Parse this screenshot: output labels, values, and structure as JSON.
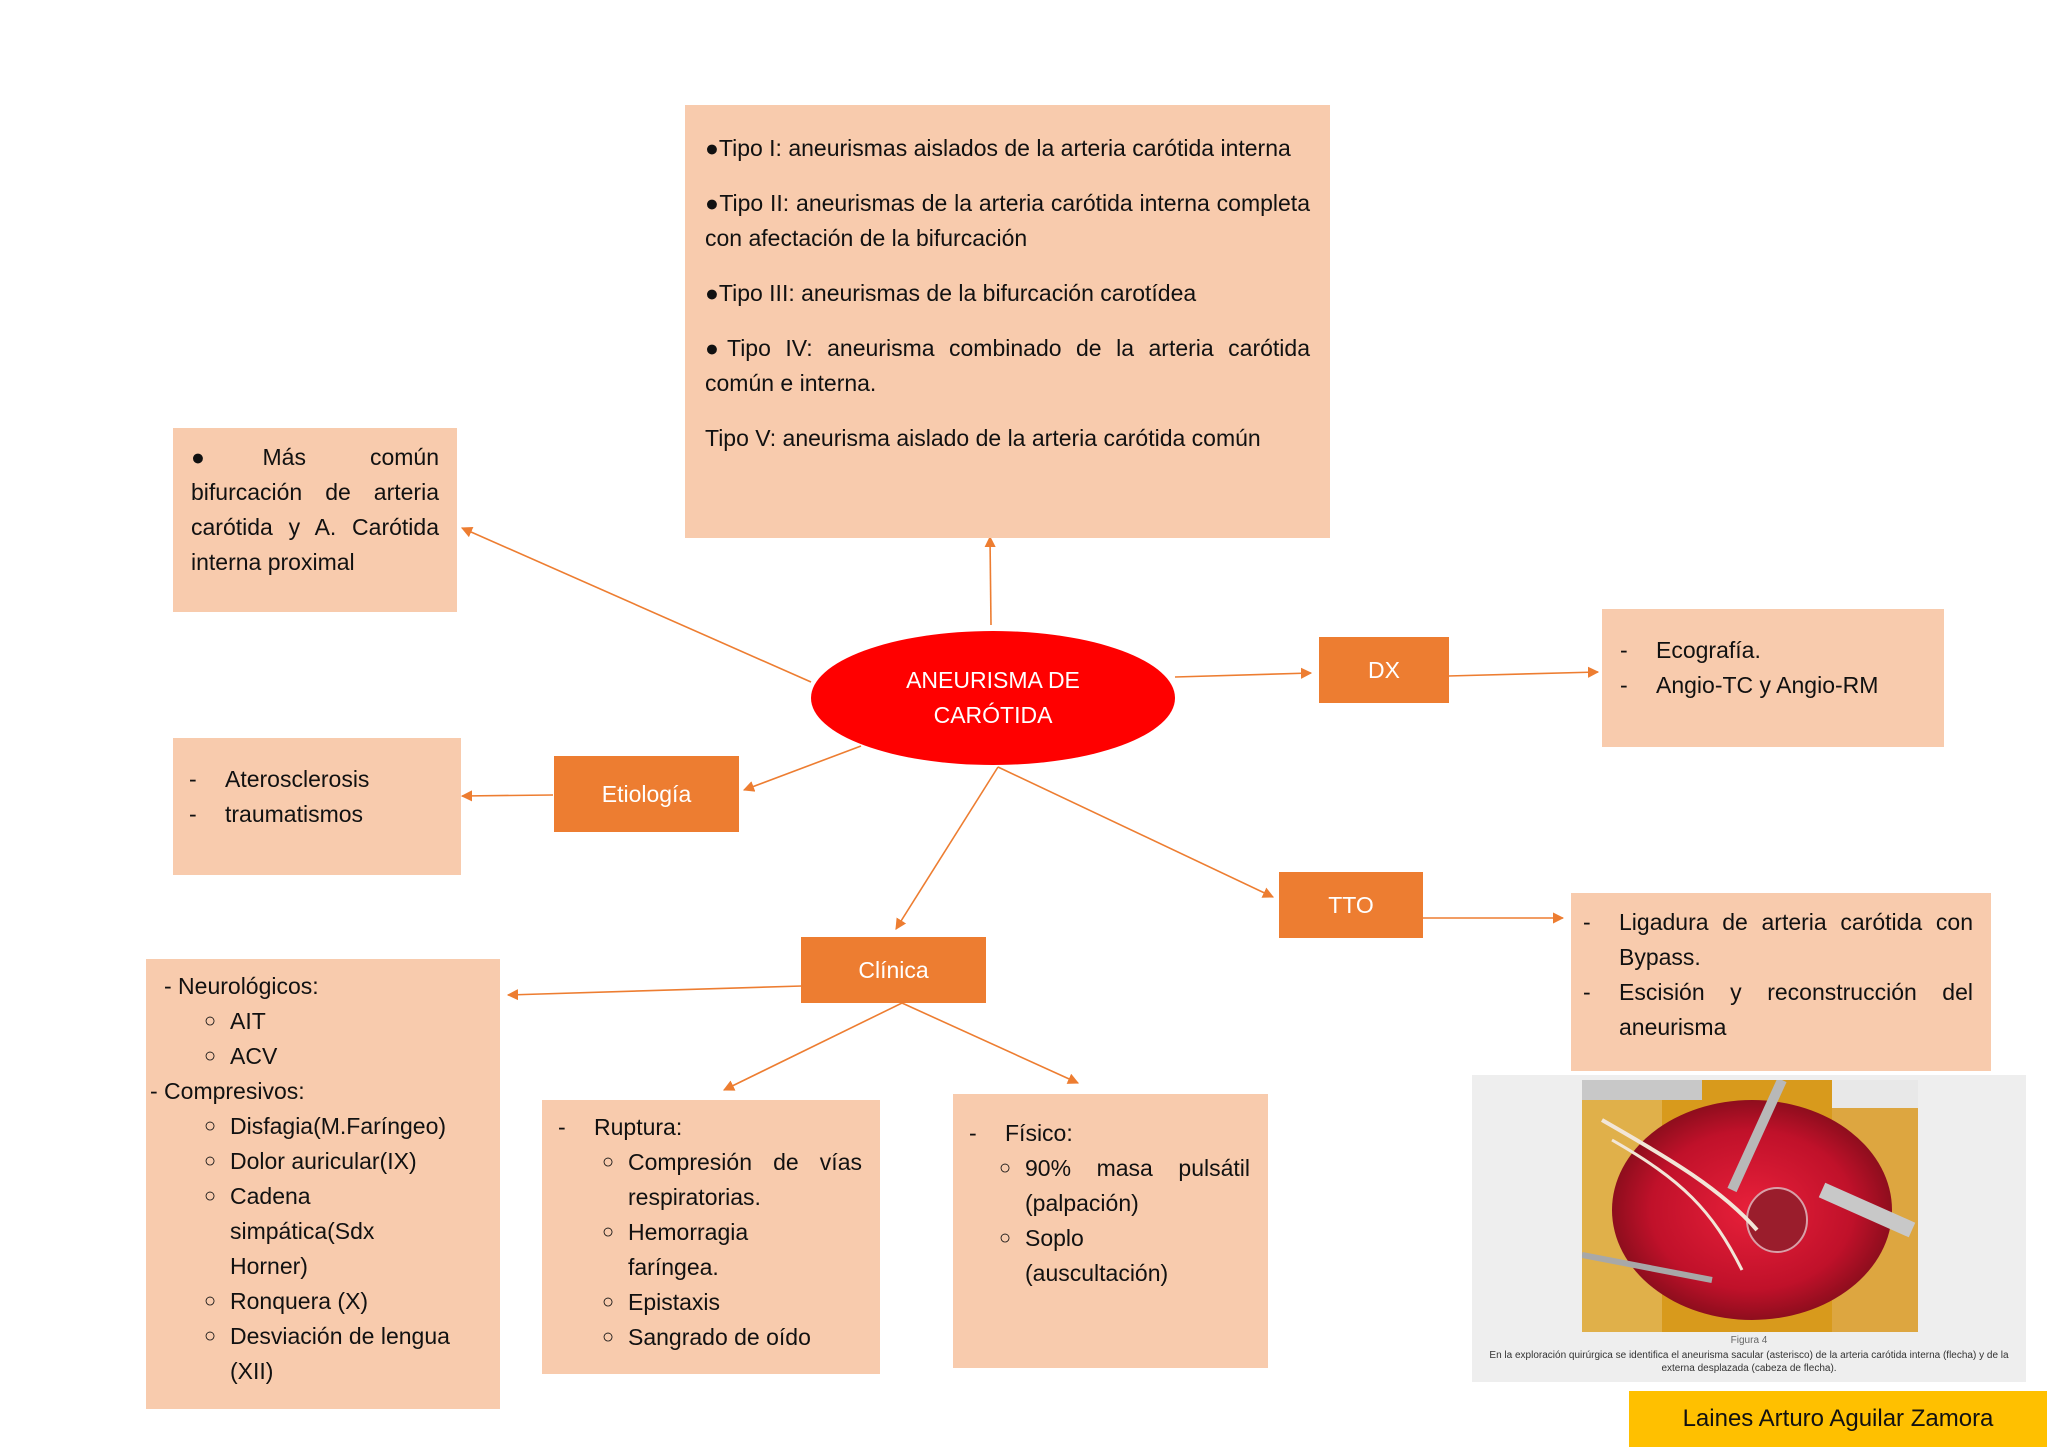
{
  "center": {
    "line1": "ANEURISMA DE",
    "line2": "CARÓTIDA"
  },
  "types": {
    "items": [
      "●Tipo I: aneurismas aislados de la arteria carótida interna",
      "●Tipo II: aneurismas de la arteria carótida interna completa con afectación de la bifurcación",
      "●Tipo III: aneurismas de la bifurcación carotídea",
      "●Tipo IV: aneurisma combinado de la arteria carótida común e interna.",
      "Tipo V: aneurisma aislado de la arteria carótida común"
    ]
  },
  "location": {
    "text": "●Más común bifurcación de arteria carótida y A. Carótida interna proximal"
  },
  "dx": {
    "label": "DX",
    "items": [
      "Ecografía.",
      "Angio-TC y Angio-RM"
    ]
  },
  "etiologia": {
    "label": "Etiología",
    "items": [
      "Aterosclerosis",
      "traumatismos"
    ]
  },
  "tto": {
    "label": "TTO",
    "items": [
      "Ligadura de arteria carótida con Bypass.",
      "Escisión y reconstrucción del aneurisma"
    ]
  },
  "clinica": {
    "label": "Clínica",
    "neuro": {
      "title": "- Neurológicos:",
      "items": [
        "AIT",
        "ACV"
      ]
    },
    "compresivos": {
      "title": "- Compresivos:",
      "items": [
        "Disfagia(M.Faríngeo)",
        "Dolor auricular(IX)",
        "Cadena simpática(Sdx Horner)",
        "Ronquera (X)",
        "Desviación de lengua (XII)"
      ]
    },
    "ruptura": {
      "title": "Ruptura:",
      "items": [
        "Compresión de vías respiratorias.",
        "Hemorragia faríngea.",
        "Epistaxis",
        "Sangrado de oído"
      ]
    },
    "fisico": {
      "title": "Físico:",
      "items": [
        "90% masa pulsátil (palpación)",
        "Soplo (auscultación)"
      ]
    }
  },
  "figure": {
    "label": "Figura 4",
    "caption": "En la exploración quirúrgica se identifica el aneurisma sacular (asterisco) de la arteria carótida interna (flecha) y de la externa desplazada (cabeza de flecha)."
  },
  "author": "Laines Arturo Aguilar Zamora",
  "colors": {
    "center": "#ff0000",
    "label": "#ed7d31",
    "box": "#f8cbad",
    "author": "#ffc000"
  }
}
